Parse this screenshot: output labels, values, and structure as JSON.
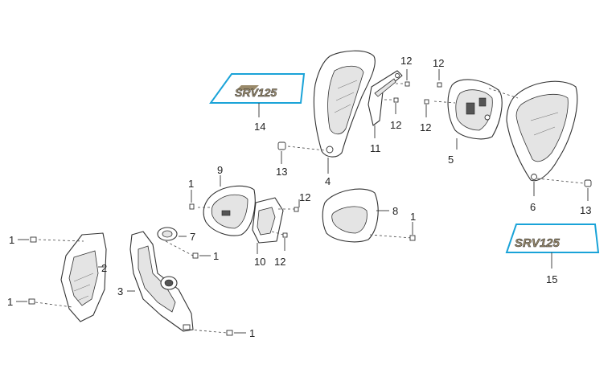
{
  "diagram": {
    "parts": [
      {
        "id": "p1a",
        "number": "1"
      },
      {
        "id": "p1b",
        "number": "1"
      },
      {
        "id": "p1c",
        "number": "1"
      },
      {
        "id": "p1d",
        "number": "1"
      },
      {
        "id": "p1e",
        "number": "1"
      },
      {
        "id": "p1f",
        "number": "1"
      },
      {
        "id": "p2",
        "number": "2"
      },
      {
        "id": "p3",
        "number": "3"
      },
      {
        "id": "p4",
        "number": "4"
      },
      {
        "id": "p5",
        "number": "5"
      },
      {
        "id": "p6",
        "number": "6"
      },
      {
        "id": "p7",
        "number": "7"
      },
      {
        "id": "p8",
        "number": "8"
      },
      {
        "id": "p9",
        "number": "9"
      },
      {
        "id": "p10",
        "number": "10"
      },
      {
        "id": "p11",
        "number": "11"
      },
      {
        "id": "p12a",
        "number": "12"
      },
      {
        "id": "p12b",
        "number": "12"
      },
      {
        "id": "p12c",
        "number": "12"
      },
      {
        "id": "p12d",
        "number": "12"
      },
      {
        "id": "p12e",
        "number": "12"
      },
      {
        "id": "p12f",
        "number": "12"
      },
      {
        "id": "p13a",
        "number": "13"
      },
      {
        "id": "p13b",
        "number": "13"
      },
      {
        "id": "p14",
        "number": "14"
      },
      {
        "id": "p15",
        "number": "15"
      }
    ],
    "decal_text": "SRV125",
    "decal_outline_color": "#1aa3d8",
    "decal_fill_color": "#9a8a6a"
  }
}
